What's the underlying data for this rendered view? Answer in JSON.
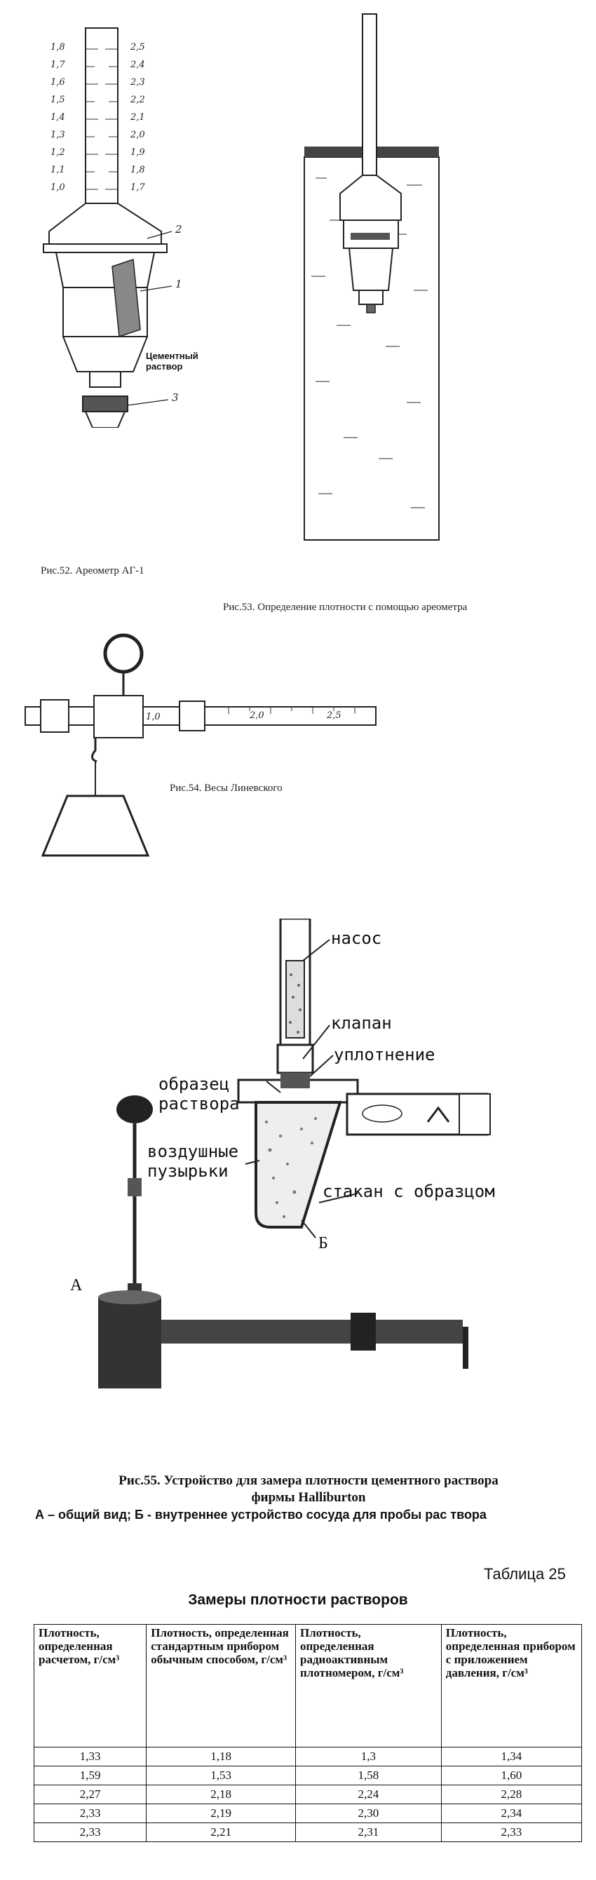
{
  "fig52": {
    "caption": "Рис.52. Ареометр АГ-1",
    "scale_left": [
      "1,8",
      "1,7",
      "1,6",
      "1,5",
      "1,4",
      "1,3",
      "1,2",
      "1,1",
      "1,0"
    ],
    "scale_right": [
      "2,5",
      "2,4",
      "2,3",
      "2,2",
      "2,1",
      "2,0",
      "1,9",
      "1,8",
      "1,7"
    ],
    "callouts": [
      "2",
      "1",
      "3"
    ],
    "cement_label": [
      "Цементный",
      "раствор"
    ]
  },
  "fig53": {
    "caption": "Рис.53. Определение плотности с помощью ареометра"
  },
  "fig54": {
    "caption": "Рис.54. Весы Линевского",
    "ticks": [
      "1,0",
      "2,0",
      "2,5"
    ]
  },
  "fig55": {
    "labels": {
      "pump": "насос",
      "valve": "клапан",
      "seal": "уплотнение",
      "sample1": "образец",
      "sample2": "раствора",
      "bubbles1": "воздушные",
      "bubbles2": "пузырьки",
      "cup": "стакан с образцом",
      "a": "А",
      "b": "Б"
    },
    "caption_line1": "Рис.55. Устройство для замера плотности цементного раствора",
    "caption_line2": "фирмы Halliburton",
    "legend": "А – общий вид; Б -  внутреннее устройство сосуда для пробы рас твора"
  },
  "table25": {
    "number": "Таблица 25",
    "title": "Замеры плотности растворов",
    "headers": [
      "Плотность, определенная расчетом, г/см³",
      "Плотность, определенная стандартным прибором обычным способом, г/см³",
      "Плотность, определенная радиоактивным плотномером, г/см³",
      "Плотность, определенная прибором с приложением давления, г/см³"
    ],
    "rows": [
      [
        "1,33",
        "1,18",
        "1,3",
        "1,34"
      ],
      [
        "1,59",
        "1,53",
        "1,58",
        "1,60"
      ],
      [
        "2,27",
        "2,18",
        "2,24",
        "2,28"
      ],
      [
        "2,33",
        "2,19",
        "2,30",
        "2,34"
      ],
      [
        "2,33",
        "2,21",
        "2,31",
        "2,33"
      ]
    ]
  }
}
